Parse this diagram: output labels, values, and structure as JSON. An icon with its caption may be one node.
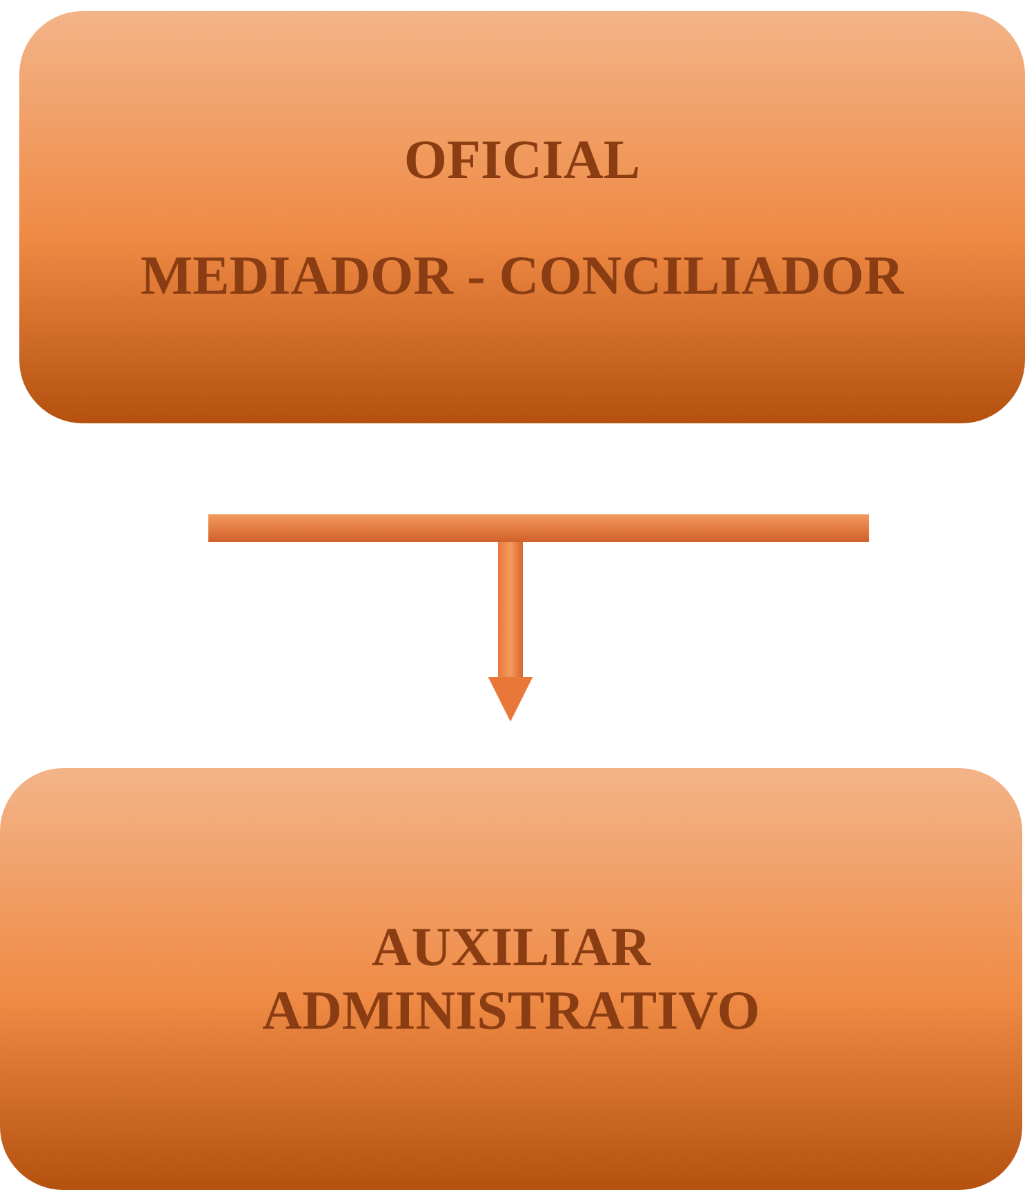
{
  "diagram": {
    "nodes": [
      {
        "text": [
          "OFICIAL",
          "MEDIADOR - CONCILIADOR"
        ]
      },
      {
        "text": [
          "AUXILIAR ADMINISTRATIVO"
        ]
      }
    ],
    "edges": [
      {
        "from": 0,
        "to": 1,
        "arrow": "to",
        "style": "thick"
      }
    ]
  }
}
